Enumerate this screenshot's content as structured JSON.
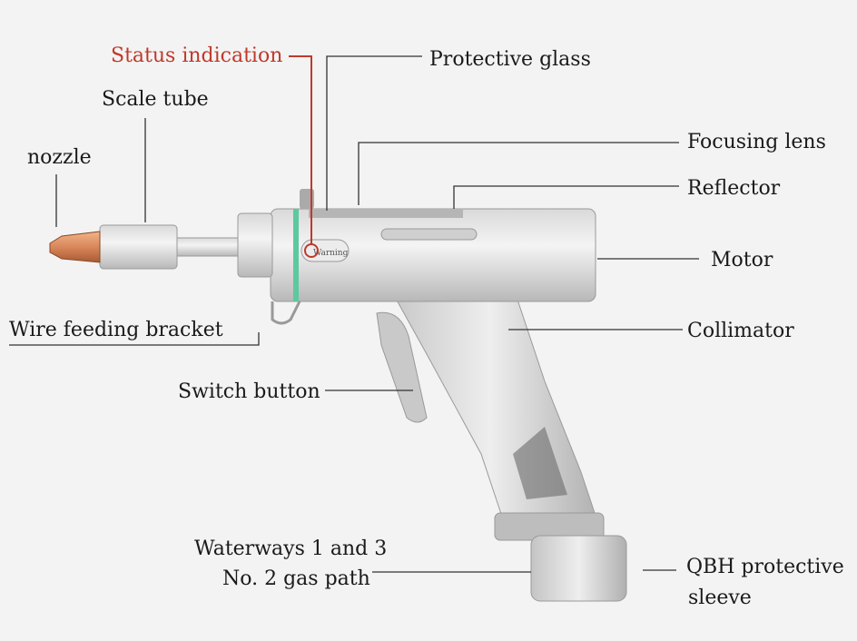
{
  "title": "Handheld laser welding gun components",
  "labels": {
    "status_indication": "Status indication",
    "scale_tube": "Scale tube",
    "nozzle": "nozzle",
    "protective_glass": "Protective glass",
    "focusing_lens": "Focusing lens",
    "reflector": "Reflector",
    "motor": "Motor",
    "collimator": "Collimator",
    "wire_feeding_bracket": "Wire feeding bracket",
    "switch_button": "Switch button",
    "waterways": "Waterways 1 and 3",
    "gas_path": "No. 2 gas path",
    "qbh_line1": "QBH protective",
    "qbh_line2": "sleeve"
  },
  "device_label": "Warning",
  "colors": {
    "accent_red": "#c0392b",
    "ring_green": "#5cc9a0",
    "nozzle_copper": "#d9875a"
  }
}
